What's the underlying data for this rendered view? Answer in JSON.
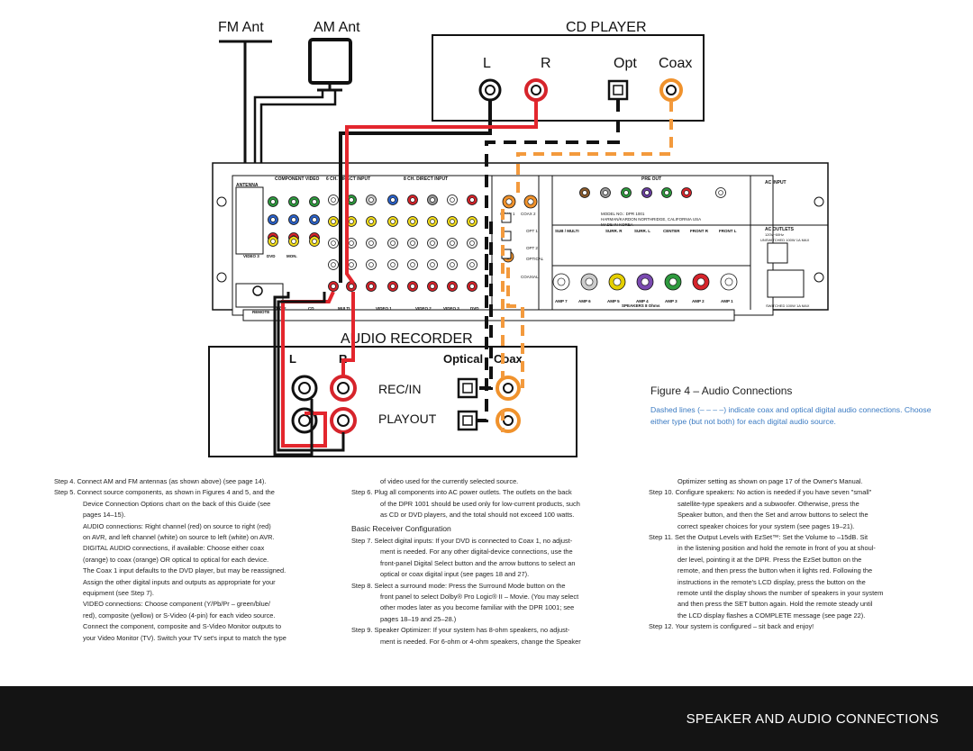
{
  "labels": {
    "fm_antenna": "FM Ant",
    "am_antenna": "AM Ant",
    "cd_player": "CD PLAYER",
    "cd_l": "L",
    "cd_r": "R",
    "cd_optical": "Opt",
    "cd_coax": "Coax",
    "audio_recorder": "AUDIO RECORDER",
    "rec_l": "L",
    "rec_r": "R",
    "rec_optical": "Optical",
    "rec_coax": "Coax",
    "rec_in": "REC/IN",
    "play_out": "PLAYOUT"
  },
  "receiver": {
    "antenna": "ANTENNA",
    "component_video": "COMPONENT VIDEO",
    "six_ch_input": "6 CH. DIRECT INPUT",
    "eight_ch_input": "8 CH. DIRECT INPUT",
    "pre_out": "PRE OUT",
    "ac_input": "AC INPUT",
    "ac_outlets": "AC OUTLETS",
    "ac_rating": "120V~60Hz",
    "unswitched": "UNSWITCHED 100W 1A MAX",
    "switched": "SWITCHED 100W 1A MAX",
    "speakers": "SPEAKERS 8 Ohms",
    "model": "MODEL NO.: DPR 1001",
    "maker": "HARMAN/KARDON NORTHRIDGE, CALIFORNIA USA",
    "made_in": "MADE IN KOREA",
    "video3": "VIDEO 3",
    "dvd": "DVD",
    "monitor": "MON.",
    "remote": "REMOTE",
    "tape": "TAPE",
    "cd": "CD",
    "multi": "MULTI",
    "video1": "VIDEO 1",
    "video2": "VIDEO 2",
    "video3_bottom": "VIDEO 3",
    "dvd_bottom": "DVD",
    "coax1": "COAX 1",
    "coax2": "COAX 2",
    "opt1": "OPT 1",
    "opt2": "OPT 2",
    "optical": "OPTICAL",
    "coaxial": "COAXIAL",
    "sub_multi": "SUB / MULTI",
    "surr_r": "SURR. R",
    "surr_l": "SURR. L",
    "center": "CENTER",
    "front_r": "FRONT R",
    "front_l": "FRONT L",
    "amp1": "AMP 1",
    "amp2": "AMP 2",
    "amp3": "AMP 3",
    "amp4": "AMP 4",
    "amp5": "AMP 5",
    "amp6": "AMP 6",
    "amp7": "AMP 7"
  },
  "caption": {
    "title": "Figure 4 – Audio Connections",
    "note": "Dashed lines (– – – –) indicate coax and optical digital audio connections. Choose either type (but not both) for each digital audio source."
  },
  "columns": [
    [
      {
        "style": "step",
        "text": "Step 4. Connect AM and FM antennas (as shown above) (see page 14)."
      },
      {
        "style": "step",
        "text": "Step 5. Connect source components, as shown in Figures 4 and 5, and the"
      },
      {
        "style": "ind",
        "text": "Device Connection Options chart on the back of this Guide (see"
      },
      {
        "style": "ind",
        "text": "pages 14–15)."
      },
      {
        "style": "ind",
        "text": "AUDIO connections: Right channel (red) on source to right (red)"
      },
      {
        "style": "ind",
        "text": "on AVR, and left channel (white) on source to left (white) on AVR."
      },
      {
        "style": "ind",
        "text": "DIGITAL AUDIO connections, if available: Choose either coax"
      },
      {
        "style": "ind",
        "text": "(orange) to coax (orange) OR optical to optical for each device."
      },
      {
        "style": "ind",
        "text": "The Coax 1 input defaults to the DVD player, but may be reassigned."
      },
      {
        "style": "ind",
        "text": "Assign the other digital inputs and outputs as appropriate for your"
      },
      {
        "style": "ind",
        "text": "equipment (see Step 7)."
      },
      {
        "style": "ind",
        "text": "VIDEO connections: Choose component (Y/Pb/Pr – green/blue/"
      },
      {
        "style": "ind",
        "text": "red), composite (yellow) or S-Video (4-pin) for each video source."
      },
      {
        "style": "ind",
        "text": "Connect the component, composite and S-Video Monitor outputs to"
      },
      {
        "style": "ind",
        "text": "your Video Monitor (TV). Switch your TV set's input to match the type"
      }
    ],
    [
      {
        "style": "ind",
        "text": "of video used for the currently selected source."
      },
      {
        "style": "step",
        "text": "Step 6. Plug all components into AC power outlets. The outlets on the back"
      },
      {
        "style": "ind",
        "text": "of the DPR 1001 should be used only for low-current products, such"
      },
      {
        "style": "ind",
        "text": "as CD or DVD players, and the total should not exceed 100 watts."
      },
      {
        "style": "hd",
        "text": "Basic Receiver Configuration"
      },
      {
        "style": "step",
        "text": "Step 7. Select digital inputs: If your DVD is connected to Coax 1, no adjust-"
      },
      {
        "style": "ind",
        "text": "ment is needed. For any other digital-device connections, use the"
      },
      {
        "style": "ind",
        "text": "front-panel Digital Select button and the arrow buttons to select an"
      },
      {
        "style": "ind",
        "text": "optical or coax digital input (see pages 18 and 27)."
      },
      {
        "style": "step",
        "text": "Step 8. Select a surround mode: Press the Surround Mode button on the"
      },
      {
        "style": "ind",
        "text": "front panel to select Dolby® Pro Logic® II – Movie. (You may select"
      },
      {
        "style": "ind",
        "text": "other modes later as you become familiar with the DPR 1001; see"
      },
      {
        "style": "ind",
        "text": "pages 18–19 and 25–28.)"
      },
      {
        "style": "step",
        "text": "Step 9. Speaker Optimizer: If your system has 8-ohm speakers, no adjust-"
      },
      {
        "style": "ind",
        "text": "ment is needed. For 6-ohm or 4-ohm speakers, change the Speaker"
      }
    ],
    [
      {
        "style": "ind",
        "text": "Optimizer setting as shown on page 17 of the Owner's Manual."
      },
      {
        "style": "step",
        "text": "Step 10. Configure speakers: No action is needed if you have seven \"small\""
      },
      {
        "style": "ind",
        "text": "satellite-type speakers and a subwoofer. Otherwise, press the"
      },
      {
        "style": "ind",
        "text": "Speaker button, and then the Set and arrow buttons to select the"
      },
      {
        "style": "ind",
        "text": "correct speaker choices for your system (see pages 19–21)."
      },
      {
        "style": "step",
        "text": "Step 11. Set the Output Levels with EzSet™: Set the Volume to –15dB. Sit"
      },
      {
        "style": "ind",
        "text": "in the listening position and hold the remote in front of you at shoul-"
      },
      {
        "style": "ind",
        "text": "der level, pointing it at the DPR. Press the EzSet button on the"
      },
      {
        "style": "ind",
        "text": "remote, and then press the button when it lights red. Following the"
      },
      {
        "style": "ind",
        "text": "instructions in the remote's LCD display, press the button on the"
      },
      {
        "style": "ind",
        "text": "remote until the display shows the number of speakers in your system"
      },
      {
        "style": "ind",
        "text": "and then press the SET button again. Hold the remote steady until"
      },
      {
        "style": "ind",
        "text": "the LCD display flashes a COMPLETE message (see page 22)."
      },
      {
        "style": "step",
        "text": "Step 12. Your system is configured – sit back and enjoy!"
      }
    ]
  ],
  "footer": {
    "title": "SPEAKER AND AUDIO CONNECTIONS"
  },
  "colors": {
    "cable_red": "#e3262d",
    "cable_black": "#111111",
    "cable_orange": "#f39a3d",
    "jack_green": "#2e9a3e",
    "jack_blue": "#2b62c9",
    "jack_red": "#d6242b",
    "jack_yellow": "#f2dd1c",
    "jack_orange": "#f0922c",
    "caption_blue": "#3a7ac2"
  }
}
